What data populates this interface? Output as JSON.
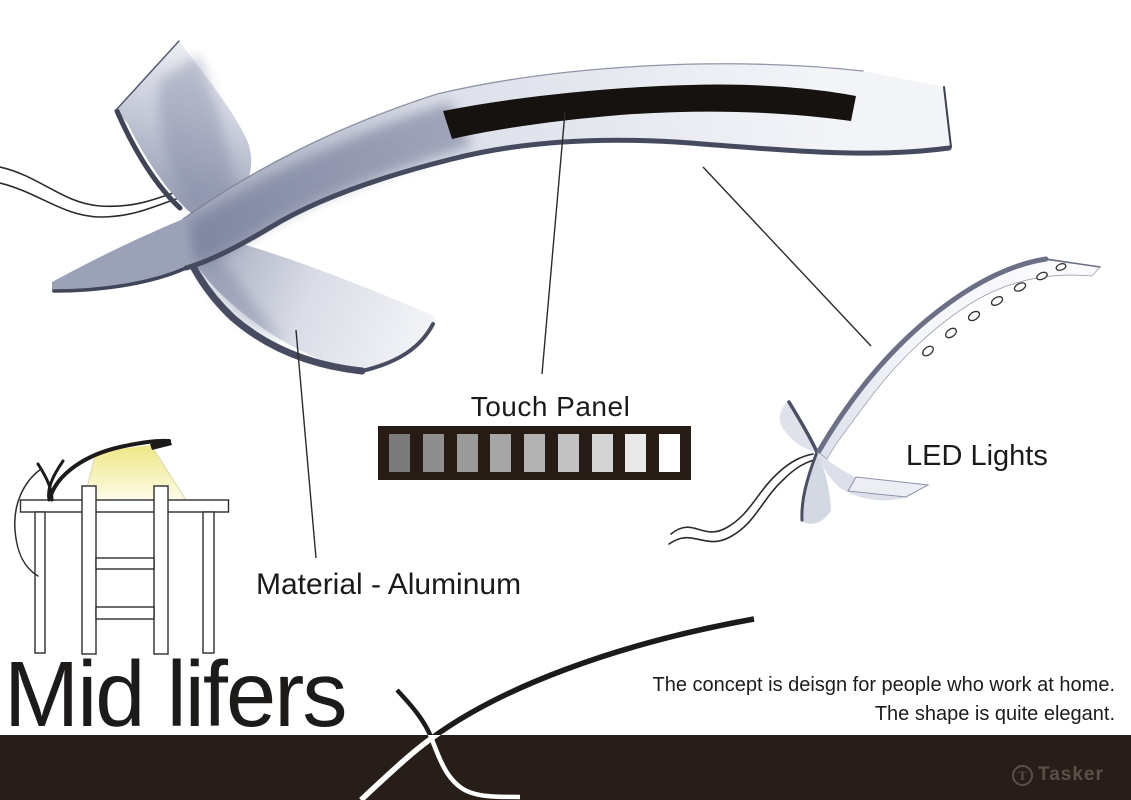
{
  "poster": {
    "background": "#ffffff",
    "title": "Mid lifers",
    "description_line1": "The concept is deisgn for people who work at home.",
    "description_line2": "The shape is quite elegant.",
    "footer_bar_color": "#281e19"
  },
  "callouts": {
    "touch_panel": "Touch Panel",
    "led_lights": "LED Lights",
    "material": "Material - Aluminum"
  },
  "touch_panel_strip": {
    "background": "#261b15",
    "levels": [
      "#7b7b7b",
      "#8e8e8e",
      "#9a9a9a",
      "#a6a6a6",
      "#b2b2b2",
      "#c2c2c2",
      "#d4d4d4",
      "#e9e9e9",
      "#ffffff"
    ]
  },
  "watermark": {
    "brand": "Tasker",
    "icon_letter": "T",
    "color": "#6e6156"
  }
}
